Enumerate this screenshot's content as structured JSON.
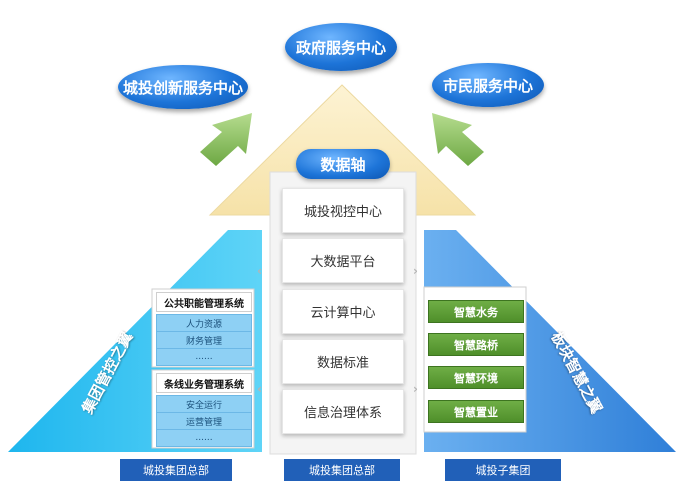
{
  "top_nodes": {
    "gov": "政府服务中心",
    "chengtou": "城投创新服务中心",
    "citizen": "市民服务中心"
  },
  "axis_label": "数据轴",
  "center_items": [
    "城投视控中心",
    "大数据平台",
    "云计算中心",
    "数据标准",
    "信息治理体系"
  ],
  "left_wing": {
    "label": "集团管控之翼",
    "group1": {
      "title": "公共职能管理系统",
      "items": [
        "人力资源",
        "财务管理",
        "......"
      ]
    },
    "group2": {
      "title": "条线业务管理系统",
      "items": [
        "安全运行",
        "运营管理",
        "......"
      ]
    }
  },
  "right_wing": {
    "label": "板块智慧之翼",
    "items": [
      "智慧水务",
      "智慧路桥",
      "智慧环境",
      "智慧置业"
    ]
  },
  "footer": [
    "城投集团总部",
    "城投集团总部",
    "城投子集团"
  ],
  "colors": {
    "pyramid_top": "#faebc0",
    "left_wing": "#2fc1f0",
    "right_wing": "#4a90e0",
    "arrow_green": "#8cc062",
    "node_blue": "#1d74d8",
    "footer_blue": "#2160b8",
    "green_button": "#5a9a35"
  }
}
